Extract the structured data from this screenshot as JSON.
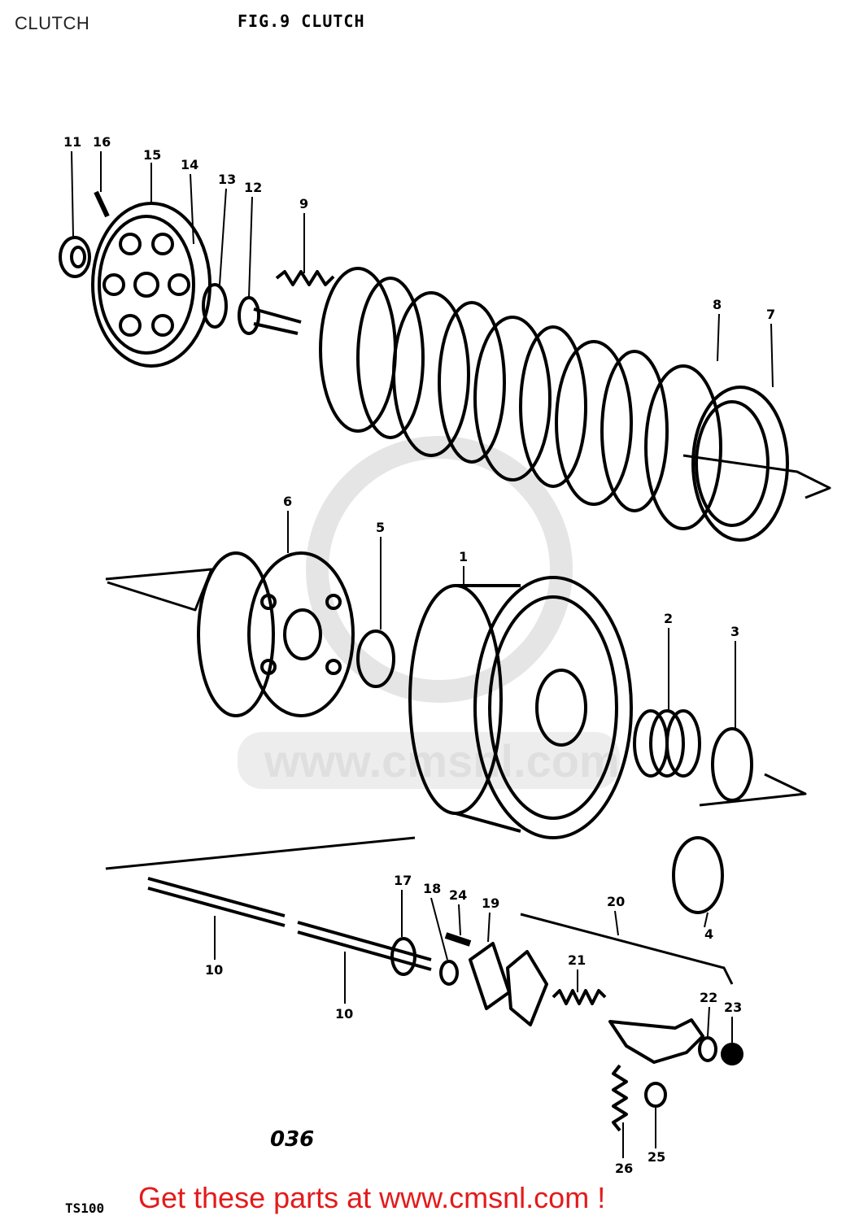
{
  "header": {
    "title": "CLUTCH"
  },
  "figure": {
    "title": "FIG.9  CLUTCH"
  },
  "callouts": [
    "1",
    "2",
    "3",
    "4",
    "5",
    "6",
    "7",
    "8",
    "9",
    "10",
    "10",
    "11",
    "12",
    "13",
    "14",
    "15",
    "16",
    "17",
    "18",
    "19",
    "20",
    "21",
    "22",
    "23",
    "24",
    "25",
    "26"
  ],
  "watermark": {
    "text": "www.cmsnl.com"
  },
  "page_number": "036",
  "model": "TS100",
  "footer": {
    "link_text": "Get these parts at www.cmsnl.com !"
  },
  "colors": {
    "ink": "#000000",
    "footer_link": "#e31b1b",
    "watermark": "#dcdcdc",
    "background": "#ffffff"
  }
}
